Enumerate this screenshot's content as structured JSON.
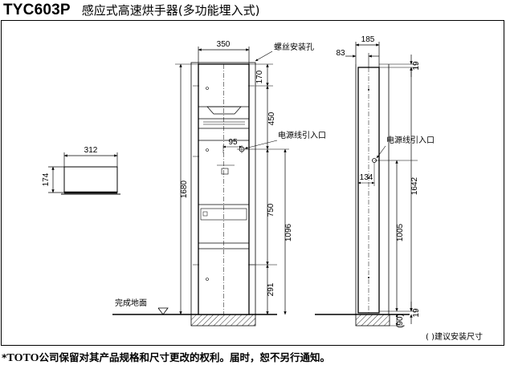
{
  "header": {
    "model": "TYC603P",
    "title": "感应式高速烘手器(多功能埋入式)"
  },
  "plan_view": {
    "width_dim": "312",
    "depth_dim": "174"
  },
  "front_view": {
    "width_dim": "350",
    "screw_hole_label": "螺丝安装孔",
    "top_to_screw_dim": "170",
    "screw_to_cable_dim": "450",
    "cable_offset_dim": "95",
    "cable_label": "电源线引入口",
    "cable_height_dim": "1096",
    "mid_dim": "750",
    "bottom_section_dim": "291",
    "total_height_dim": "1680",
    "floor_label": "完成地面"
  },
  "side_view": {
    "width_dim": "185",
    "offset_dim": "83",
    "top_dim": "19",
    "cable_label": "电源线引入口",
    "cable_offset_dim": "134",
    "height_dim": "1642",
    "cable_height_dim": "1005",
    "bottom_dim": "19",
    "recommended_dim": "(90)"
  },
  "legend": {
    "paren_label": "( )建议安装尺寸"
  },
  "footer": {
    "asterisk": "*",
    "brand": "TOTO",
    "notice": "公司保留对其产品规格和尺寸更改的权利。届时，恕不另行通知。"
  }
}
